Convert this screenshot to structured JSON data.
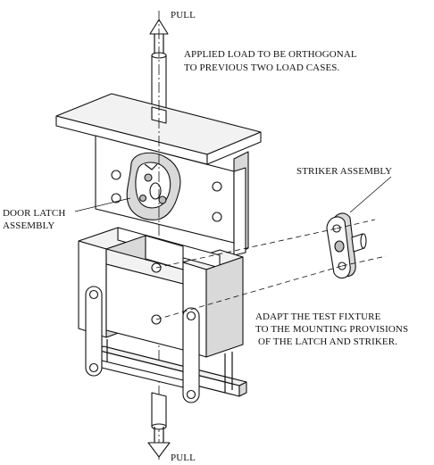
{
  "labels": {
    "pull_top": "PULL",
    "pull_bottom": "PULL",
    "load_line1": "APPLIED LOAD TO BE ORTHOGONAL",
    "load_line2": "TO PREVIOUS TWO LOAD CASES.",
    "striker": "STRIKER ASSEMBLY",
    "door_latch_line1": "DOOR LATCH",
    "door_latch_line2": "ASSEMBLY",
    "adapt_line1": "ADAPT THE TEST FIXTURE",
    "adapt_line2": "TO THE MOUNTING PROVISIONS",
    "adapt_line3": "OF THE LATCH AND STRIKER."
  }
}
